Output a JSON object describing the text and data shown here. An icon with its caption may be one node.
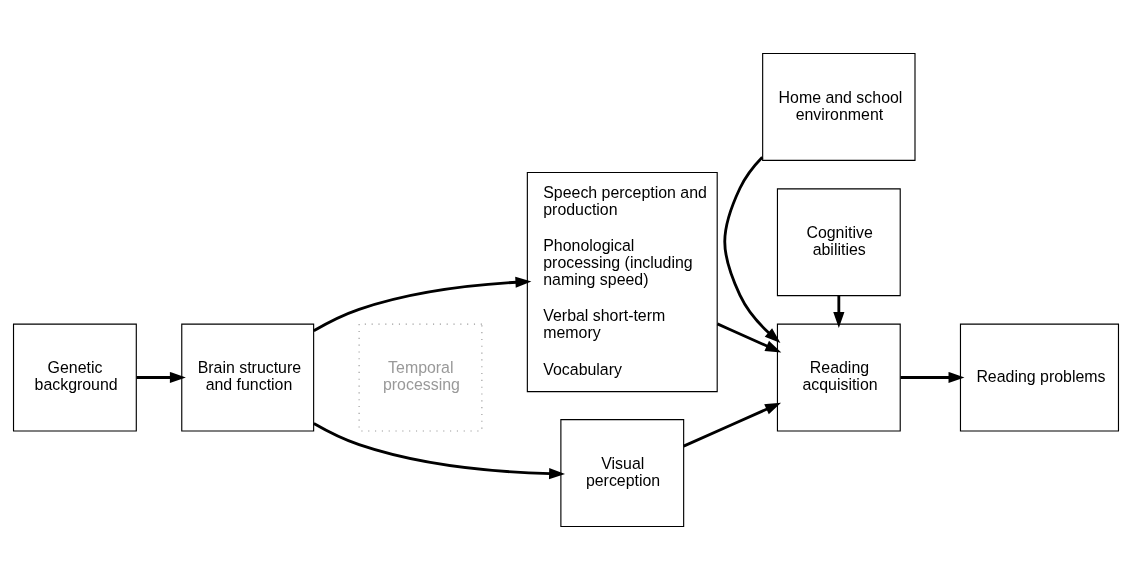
{
  "diagram": {
    "nodes": [
      {
        "text": [
          "Genetic background"
        ]
      },
      {
        "text": [
          "Brain structure and function"
        ]
      },
      {
        "text": [
          "Temporal processing"
        ]
      },
      {
        "text": [
          "Speech perception and production",
          "Phonological processing (including naming speed)",
          "Verbal short-term memory",
          "Vocabulary"
        ]
      },
      {
        "text": [
          "Visual perception"
        ]
      },
      {
        "text": [
          "Home and school environment"
        ]
      },
      {
        "text": [
          "Reading acquisition"
        ]
      },
      {
        "text": [
          "Cognitive abilities"
        ]
      },
      {
        "text": [
          "Reading problems"
        ]
      }
    ],
    "edges": [
      {
        "from": 0,
        "to": 1,
        "arrow": "to"
      },
      {
        "from": 1,
        "to": 3,
        "arrow": "to"
      },
      {
        "from": 1,
        "to": 4,
        "arrow": "to"
      },
      {
        "from": 3,
        "to": 6,
        "arrow": "to"
      },
      {
        "from": 4,
        "to": 6,
        "arrow": "to"
      },
      {
        "from": 5,
        "to": 6,
        "arrow": "to"
      },
      {
        "from": 7,
        "to": 6,
        "arrow": "to"
      },
      {
        "from": 6,
        "to": 8,
        "arrow": "to"
      }
    ]
  }
}
